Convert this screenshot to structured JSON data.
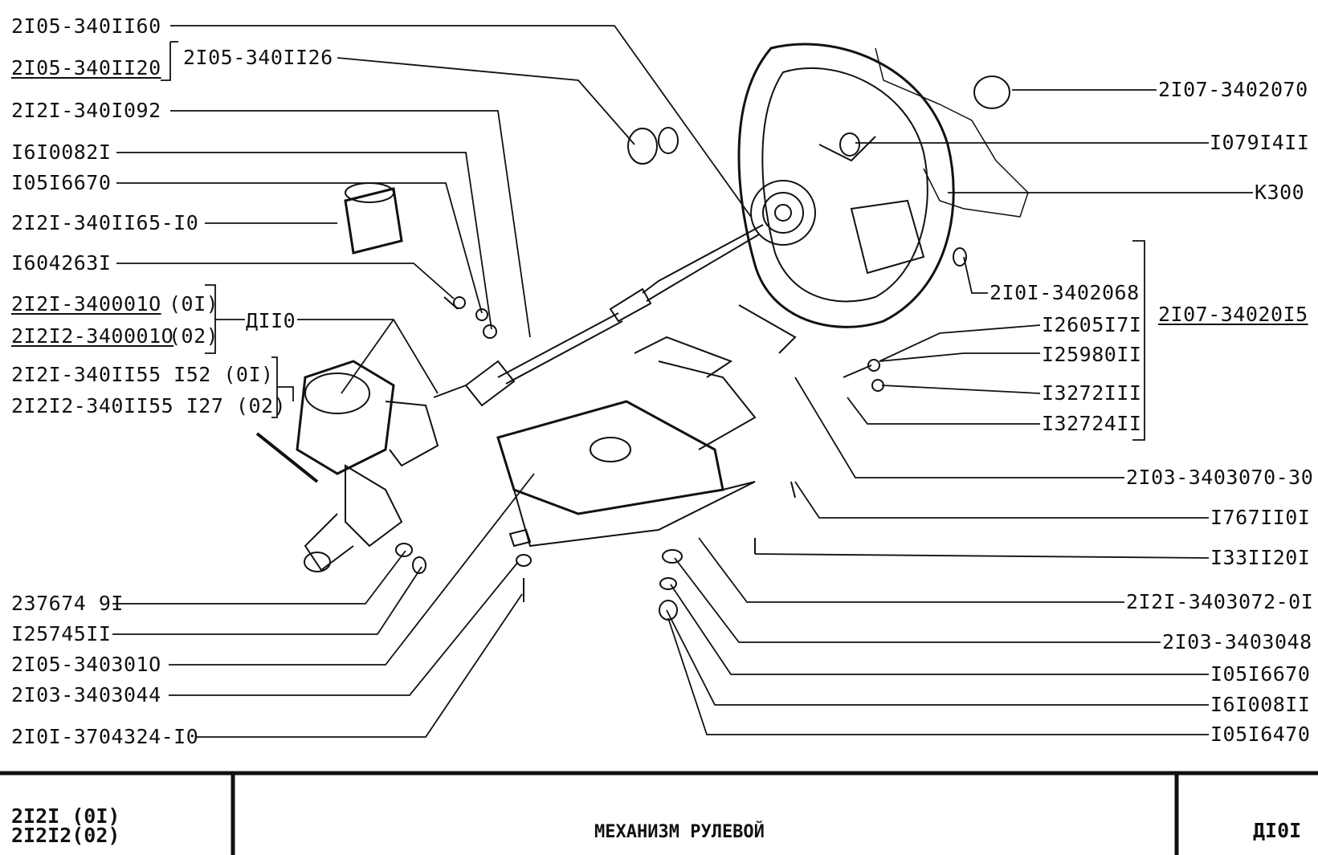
{
  "labels": {
    "l1": "2I05-340II60",
    "l2": "2I05-340II20",
    "l3": "2I05-340II26",
    "l4": "2I2I-340I092",
    "l5": "I6I0082I",
    "l6": "I05I6670",
    "l7": "2I2I-340II65-I0",
    "l8": "I604263I",
    "l9a": "2I2I-340001O",
    "l9b": "(0I)",
    "l10a": "2I2I2-340001O",
    "l10b": "(02)",
    "l11": "ДII0",
    "l12": "2I2I-340II55  I52 (0I)",
    "l13": "2I2I2-340II55 I27 (02)",
    "l14": "237674 9I",
    "l15": "I25745II",
    "l16": "2I05-340301O",
    "l17": "2I03-3403044",
    "l18": "2I0I-3704324-I0",
    "r1": "2I07-3402070",
    "r2": "I079I4II",
    "r3": "К300",
    "r4": "2I0I-3402068",
    "r5": "2I07-34020I5",
    "r6": "I2605I7I",
    "r7": "I25980II",
    "r8": "I3272III",
    "r9": "I32724II",
    "r10": "2I03-3403070-30",
    "r11": "I767II0I",
    "r12": "I33II20I",
    "r13": "2I2I-3403072-0I",
    "r14": "2I03-3403048",
    "r15": "I05I6670",
    "r16": "I6I008II",
    "r17": "I05I6470"
  },
  "title_block": {
    "models_line1": "2I2I (0I)",
    "models_line2": "2I2I2(02)",
    "title": "МЕХАНИЗМ РУЛЕВОЙ",
    "code": "ДI0I"
  }
}
